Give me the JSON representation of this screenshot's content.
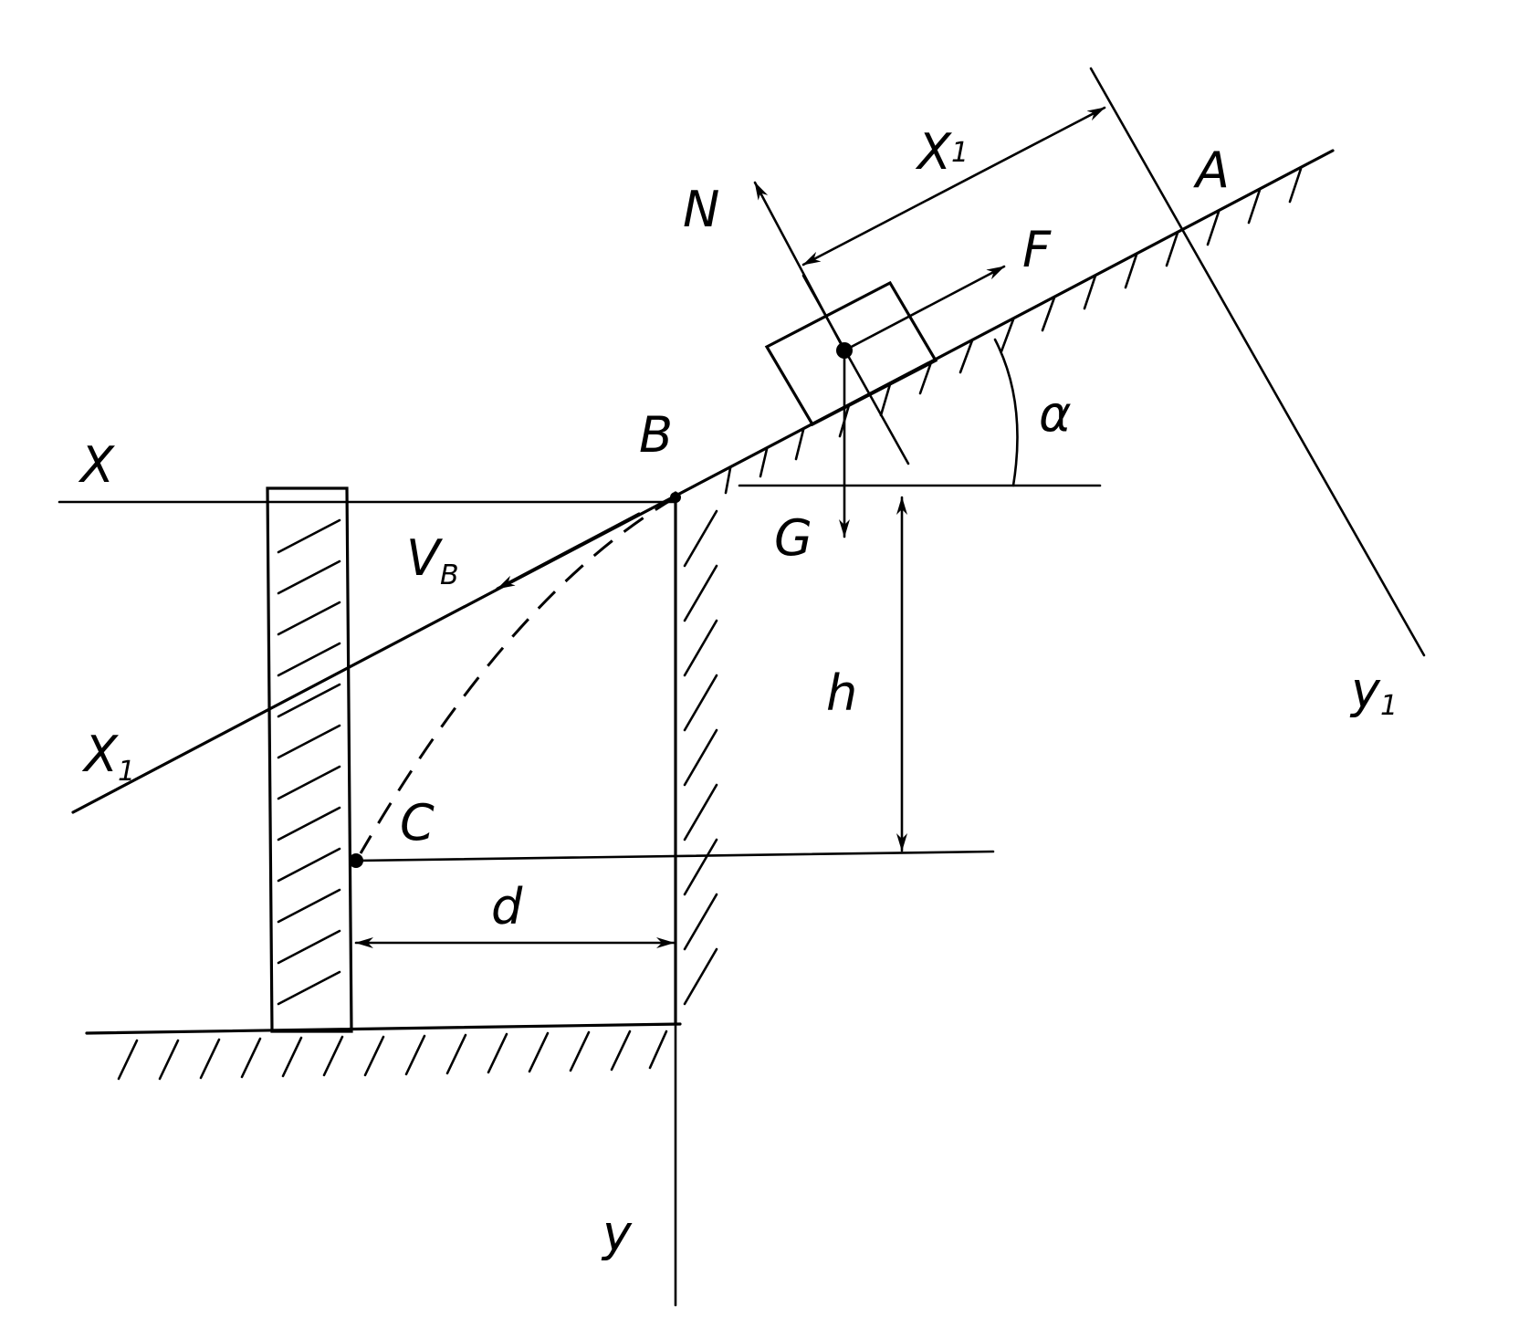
{
  "labels": {
    "x": "X",
    "x1_left": "X",
    "x1_left_sub": "1",
    "x1_top": "X",
    "x1_top_sub": "1",
    "y": "y",
    "y1": "y",
    "y1_sub": "1",
    "a": "A",
    "b": "B",
    "c": "C",
    "n": "N",
    "f": "F",
    "g": "G",
    "h": "h",
    "d": "d",
    "alpha": "α",
    "vb": "V",
    "vb_sub": "B"
  }
}
